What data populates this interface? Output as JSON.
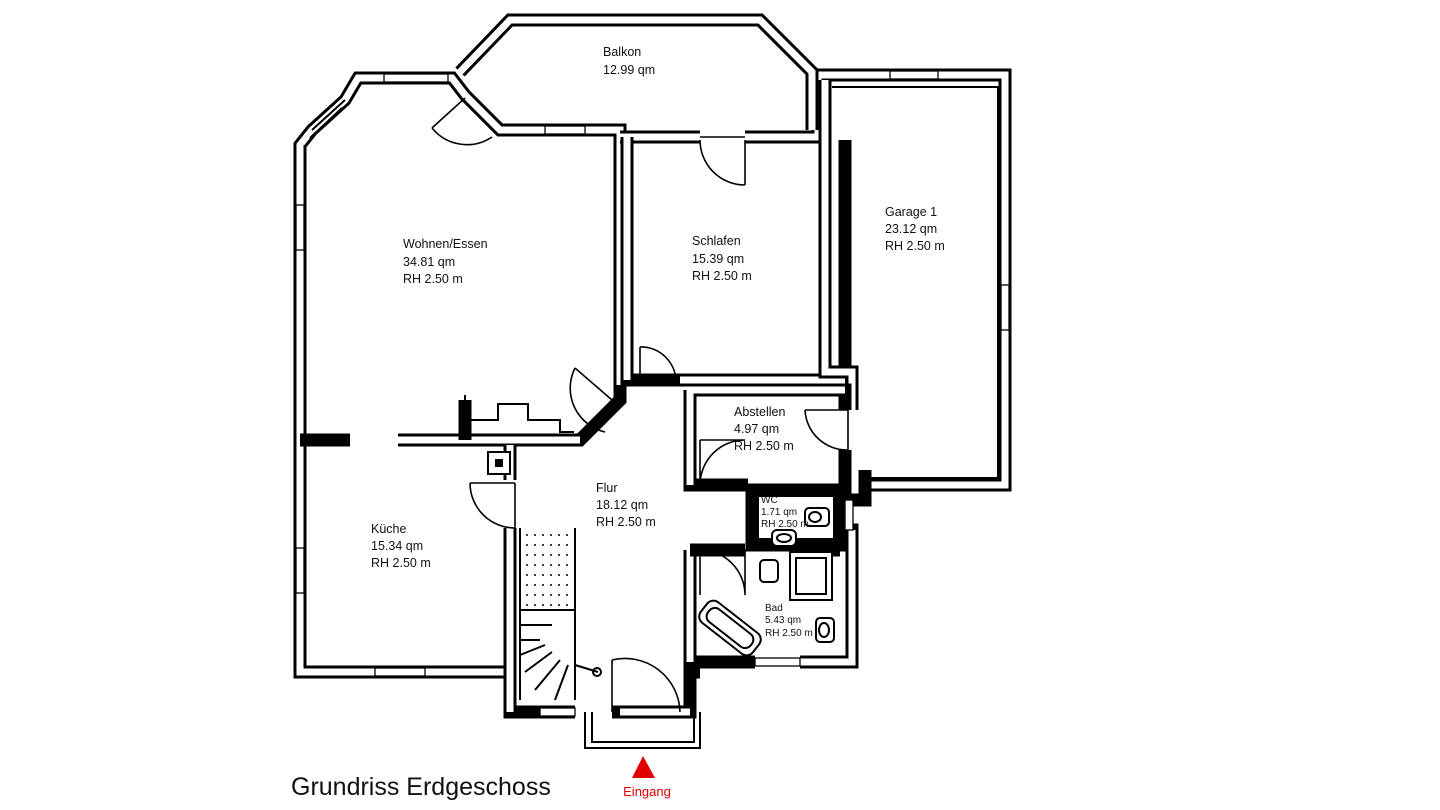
{
  "plan": {
    "title": "Grundriss Erdgeschoss",
    "entrance_label": "Eingang",
    "colors": {
      "walls": "#000000",
      "background": "#ffffff",
      "entrance_marker": "#e10000"
    },
    "rooms": {
      "balkon": {
        "name": "Balkon",
        "area": "12.99 qm"
      },
      "wohnen": {
        "name": "Wohnen/Essen",
        "area": "34.81 qm",
        "height": "RH 2.50 m"
      },
      "schlafen": {
        "name": "Schlafen",
        "area": "15.39 qm",
        "height": "RH 2.50 m"
      },
      "garage": {
        "name": "Garage 1",
        "area": "23.12 qm",
        "height": "RH 2.50 m"
      },
      "abstellen": {
        "name": "Abstellen",
        "area": "4.97 qm",
        "height": "RH 2.50 m"
      },
      "flur": {
        "name": "Flur",
        "area": "18.12 qm",
        "height": "RH 2.50 m"
      },
      "wc": {
        "name": "WC",
        "area": "1.71 qm",
        "height": "RH 2.50 m"
      },
      "kueche": {
        "name": "Küche",
        "area": "15.34 qm",
        "height": "RH 2.50 m"
      },
      "bad": {
        "name": "Bad",
        "area": "5.43 qm",
        "height": "RH 2.50 m"
      }
    }
  }
}
